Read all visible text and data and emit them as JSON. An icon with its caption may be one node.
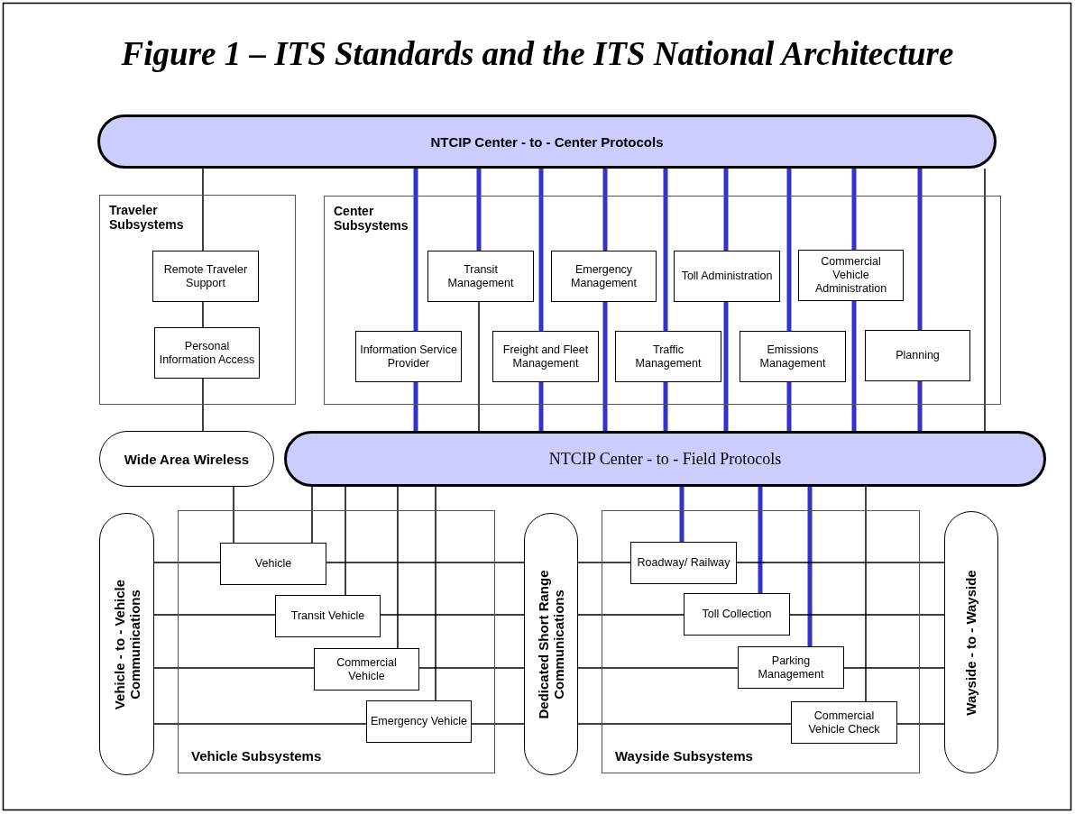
{
  "diagram": {
    "title": "Figure 1 – ITS Standards and the ITS National Architecture",
    "nodes": [
      {
        "text": [
          "NTCIP Center - to - Center Protocols"
        ]
      },
      {
        "text": [
          "Traveler Subsystems"
        ]
      },
      {
        "text": [
          "Remote Traveler Support"
        ],
        "in": 1
      },
      {
        "text": [
          "Personal Information Access"
        ],
        "in": 1
      },
      {
        "text": [
          "Center Subsystems"
        ]
      },
      {
        "text": [
          "Transit Management"
        ],
        "in": 4
      },
      {
        "text": [
          "Emergency Management"
        ],
        "in": 4
      },
      {
        "text": [
          "Toll Administration"
        ],
        "in": 4
      },
      {
        "text": [
          "Commercial Vehicle Administration"
        ],
        "in": 4
      },
      {
        "text": [
          "Information Service Provider"
        ],
        "in": 4
      },
      {
        "text": [
          "Freight and Fleet Management"
        ],
        "in": 4
      },
      {
        "text": [
          "Traffic Management"
        ],
        "in": 4
      },
      {
        "text": [
          "Emissions Management"
        ],
        "in": 4
      },
      {
        "text": [
          "Planning"
        ],
        "in": 4
      },
      {
        "text": [
          "Wide Area Wireless"
        ]
      },
      {
        "text": [
          "NTCIP Center - to - Field Protocols"
        ]
      },
      {
        "text": [
          "Vehicle - to - Vehicle Communications"
        ]
      },
      {
        "text": [
          "Vehicle Subsystems"
        ]
      },
      {
        "text": [
          "Vehicle"
        ],
        "in": 17
      },
      {
        "text": [
          "Transit Vehicle"
        ],
        "in": 17
      },
      {
        "text": [
          "Commercial Vehicle"
        ],
        "in": 17
      },
      {
        "text": [
          "Emergency Vehicle"
        ],
        "in": 17
      },
      {
        "text": [
          "Dedicated Short Range Communications"
        ]
      },
      {
        "text": [
          "Wayside Subsystems"
        ]
      },
      {
        "text": [
          "Roadway/ Railway"
        ],
        "in": 23
      },
      {
        "text": [
          "Toll Collection"
        ],
        "in": 23
      },
      {
        "text": [
          "Parking Management"
        ],
        "in": 23
      },
      {
        "text": [
          "Commercial Vehicle Check"
        ],
        "in": 23
      },
      {
        "text": [
          "Wayside - to - Wayside"
        ]
      }
    ],
    "edges": [
      {
        "from": 0,
        "to": 2,
        "arrow": "none"
      },
      {
        "from": 2,
        "to": 3,
        "arrow": "none"
      },
      {
        "from": 3,
        "to": 14,
        "arrow": "none"
      },
      {
        "from": 0,
        "to": 9,
        "arrow": "none",
        "style": "thick",
        "color": "#3333cc"
      },
      {
        "from": 9,
        "to": 15,
        "arrow": "none",
        "style": "thick",
        "color": "#3333cc"
      },
      {
        "from": 0,
        "to": 5,
        "arrow": "none",
        "style": "thick",
        "color": "#3333cc"
      },
      {
        "from": 5,
        "to": 15,
        "arrow": "none"
      },
      {
        "from": 0,
        "to": 10,
        "arrow": "none",
        "style": "thick",
        "color": "#3333cc"
      },
      {
        "from": 10,
        "to": 15,
        "arrow": "none",
        "style": "thick",
        "color": "#3333cc"
      },
      {
        "from": 0,
        "to": 6,
        "arrow": "none",
        "style": "thick",
        "color": "#3333cc"
      },
      {
        "from": 6,
        "to": 15,
        "arrow": "none",
        "style": "thick",
        "color": "#3333cc"
      },
      {
        "from": 0,
        "to": 11,
        "arrow": "none",
        "style": "thick",
        "color": "#3333cc"
      },
      {
        "from": 11,
        "to": 15,
        "arrow": "none",
        "style": "thick",
        "color": "#3333cc"
      },
      {
        "from": 0,
        "to": 7,
        "arrow": "none",
        "style": "thick",
        "color": "#3333cc"
      },
      {
        "from": 7,
        "to": 15,
        "arrow": "none",
        "style": "thick",
        "color": "#3333cc"
      },
      {
        "from": 0,
        "to": 12,
        "arrow": "none",
        "style": "thick",
        "color": "#3333cc"
      },
      {
        "from": 12,
        "to": 15,
        "arrow": "none",
        "style": "thick",
        "color": "#3333cc"
      },
      {
        "from": 0,
        "to": 8,
        "arrow": "none",
        "style": "thick",
        "color": "#3333cc"
      },
      {
        "from": 8,
        "to": 15,
        "arrow": "none",
        "style": "thick",
        "color": "#3333cc"
      },
      {
        "from": 0,
        "to": 15,
        "arrow": "none"
      },
      {
        "from": 0,
        "to": 13,
        "arrow": "none",
        "style": "thick",
        "color": "#3333cc"
      },
      {
        "from": 13,
        "to": 15,
        "arrow": "none",
        "style": "thick",
        "color": "#3333cc"
      },
      {
        "from": 14,
        "to": 18,
        "arrow": "none"
      },
      {
        "from": 15,
        "to": 18,
        "arrow": "none"
      },
      {
        "from": 15,
        "to": 19,
        "arrow": "none"
      },
      {
        "from": 15,
        "to": 20,
        "arrow": "none"
      },
      {
        "from": 15,
        "to": 21,
        "arrow": "none"
      },
      {
        "from": 15,
        "to": 24,
        "arrow": "none",
        "style": "thick",
        "color": "#3333cc"
      },
      {
        "from": 15,
        "to": 25,
        "arrow": "none",
        "style": "thick",
        "color": "#3333cc"
      },
      {
        "from": 15,
        "to": 26,
        "arrow": "none",
        "style": "thick",
        "color": "#3333cc"
      },
      {
        "from": 15,
        "to": 27,
        "arrow": "none"
      },
      {
        "from": 16,
        "to": 18,
        "arrow": "none"
      },
      {
        "from": 18,
        "to": 22,
        "arrow": "none"
      },
      {
        "from": 16,
        "to": 19,
        "arrow": "none"
      },
      {
        "from": 19,
        "to": 22,
        "arrow": "none"
      },
      {
        "from": 16,
        "to": 20,
        "arrow": "none"
      },
      {
        "from": 20,
        "to": 22,
        "arrow": "none"
      },
      {
        "from": 16,
        "to": 21,
        "arrow": "none"
      },
      {
        "from": 21,
        "to": 22,
        "arrow": "none"
      },
      {
        "from": 22,
        "to": 24,
        "arrow": "none"
      },
      {
        "from": 24,
        "to": 28,
        "arrow": "none"
      },
      {
        "from": 22,
        "to": 25,
        "arrow": "none"
      },
      {
        "from": 25,
        "to": 28,
        "arrow": "none"
      },
      {
        "from": 22,
        "to": 26,
        "arrow": "none"
      },
      {
        "from": 26,
        "to": 28,
        "arrow": "none"
      },
      {
        "from": 22,
        "to": 27,
        "arrow": "none"
      },
      {
        "from": 27,
        "to": 28,
        "arrow": "none"
      }
    ]
  }
}
